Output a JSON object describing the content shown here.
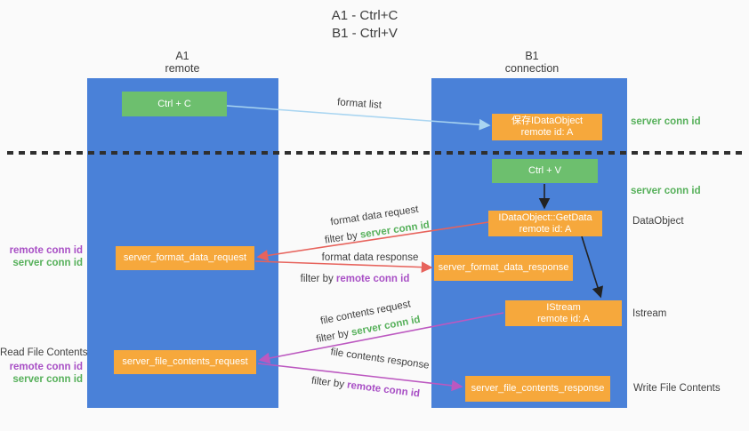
{
  "title": {
    "line1": "A1 - Ctrl+C",
    "line2": "B1 - Ctrl+V"
  },
  "lanes": {
    "left": {
      "title": "A1",
      "subtitle": "remote"
    },
    "right": {
      "title": "B1",
      "subtitle": "connection"
    }
  },
  "nodes": {
    "ctrl_c": {
      "label": "Ctrl + C"
    },
    "ctrl_v": {
      "label": "Ctrl + V"
    },
    "save_idataobject": {
      "line1": "保存IDataObject",
      "line2": "remote id: A"
    },
    "getdata": {
      "line1": "IDataObject::GetData",
      "line2": "remote id: A"
    },
    "istream": {
      "line1": "IStream",
      "line2": "remote id: A"
    },
    "format_request": {
      "label": "server_format_data_request"
    },
    "format_response": {
      "label": "server_format_data_response"
    },
    "file_request": {
      "label": "server_file_contents_request"
    },
    "file_response": {
      "label": "server_file_contents_response"
    }
  },
  "arrow_labels": {
    "format_list": "format list",
    "format_data_request": "format data request",
    "format_data_request_filter": {
      "prefix": "filter by ",
      "value": "server conn id"
    },
    "format_data_response": "format data response",
    "format_data_response_filter": {
      "prefix": "filter by ",
      "value": "remote conn id"
    },
    "file_contents_request": "file contents request",
    "file_contents_request_filter": {
      "prefix": "filter by ",
      "value": "server conn id"
    },
    "file_contents_response": "file contents response",
    "file_contents_response_filter": {
      "prefix": "filter by ",
      "value": "remote conn id"
    }
  },
  "side_labels": {
    "server_conn_id_top": "server conn id",
    "server_conn_id_mid": "server conn id",
    "dataobject": "DataObject",
    "istream": "Istream",
    "write_file_contents": "Write File Contents",
    "read_file_contents": "Read File Contents",
    "request1_remote": "remote conn id",
    "request1_server": "server conn id",
    "request2_remote": "remote conn id",
    "request2_server": "server conn id"
  },
  "colors": {
    "lane_blue": "#4a81d8",
    "box_green": "#6dbf6e",
    "box_orange": "#f6a83c",
    "arrow_light_blue": "#a9d5f1",
    "arrow_red": "#e7635c",
    "arrow_magenta": "#bc58c0",
    "arrow_black": "#222222",
    "label_green": "#56b05a",
    "label_purple": "#a84fc5",
    "text_dark": "#3f3f3f",
    "background": "#fafafa"
  }
}
